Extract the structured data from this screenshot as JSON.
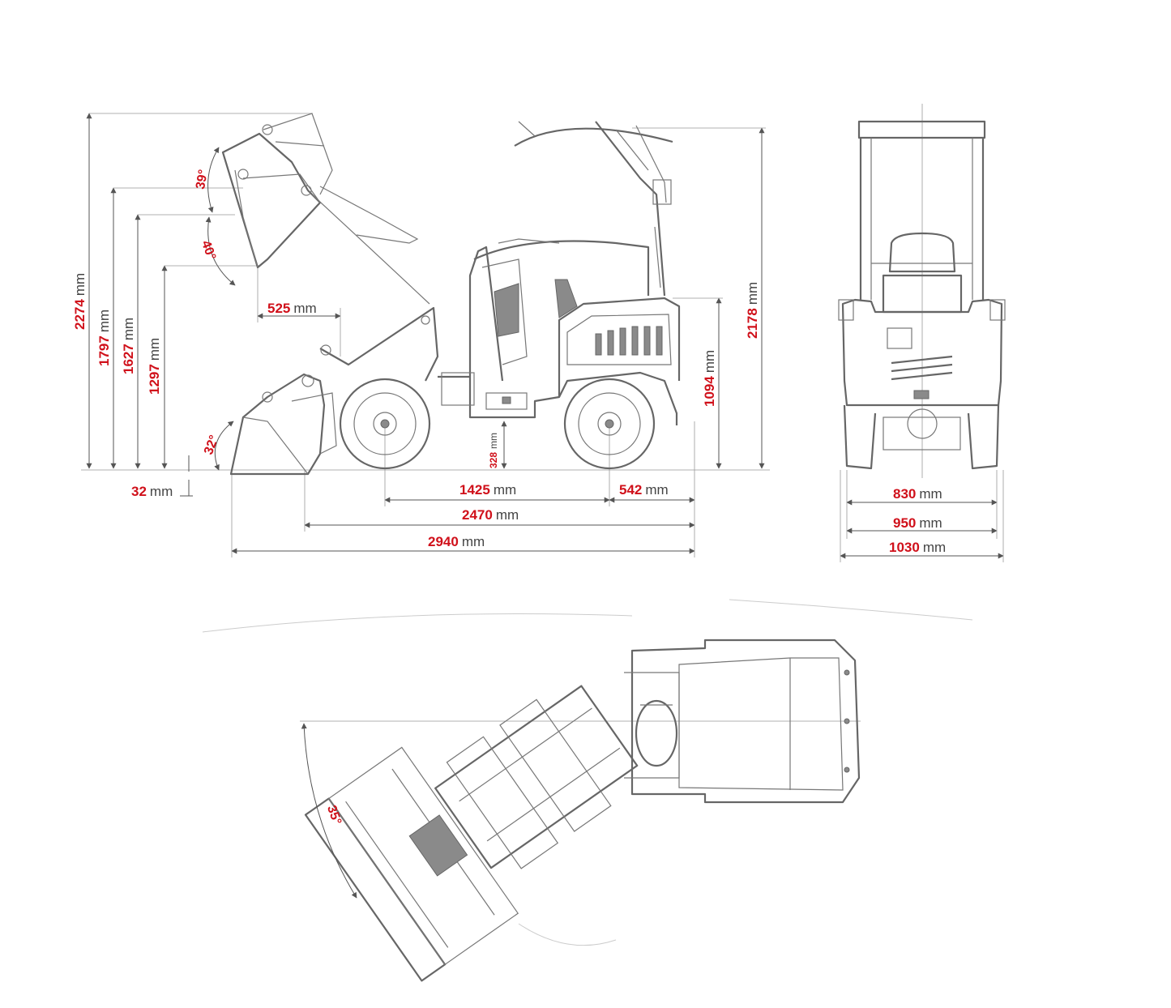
{
  "diagram": {
    "unit_mm": "mm",
    "side_view": {
      "heights": {
        "max_height": "2274",
        "pin_height": "1797",
        "dump_height_upper": "1627",
        "dump_height": "1297",
        "digging_depth": "32",
        "overall_height": "2178",
        "seat_height": "1094",
        "ground_clearance": "328"
      },
      "lengths": {
        "reach": "525",
        "wheelbase": "1425",
        "rear_overhang": "542",
        "length_no_bucket": "2470",
        "overall_length": "2940"
      },
      "angles": {
        "rollback_top": "39°",
        "dump_angle": "40°",
        "rollback_ground": "32°"
      }
    },
    "rear_view": {
      "widths": {
        "track_width": "830",
        "body_width": "950",
        "overall_width": "1030"
      }
    },
    "top_view": {
      "angles": {
        "articulation": "35°"
      }
    },
    "colors": {
      "accent": "#d0101a",
      "line": "#666666",
      "text": "#444444"
    }
  }
}
